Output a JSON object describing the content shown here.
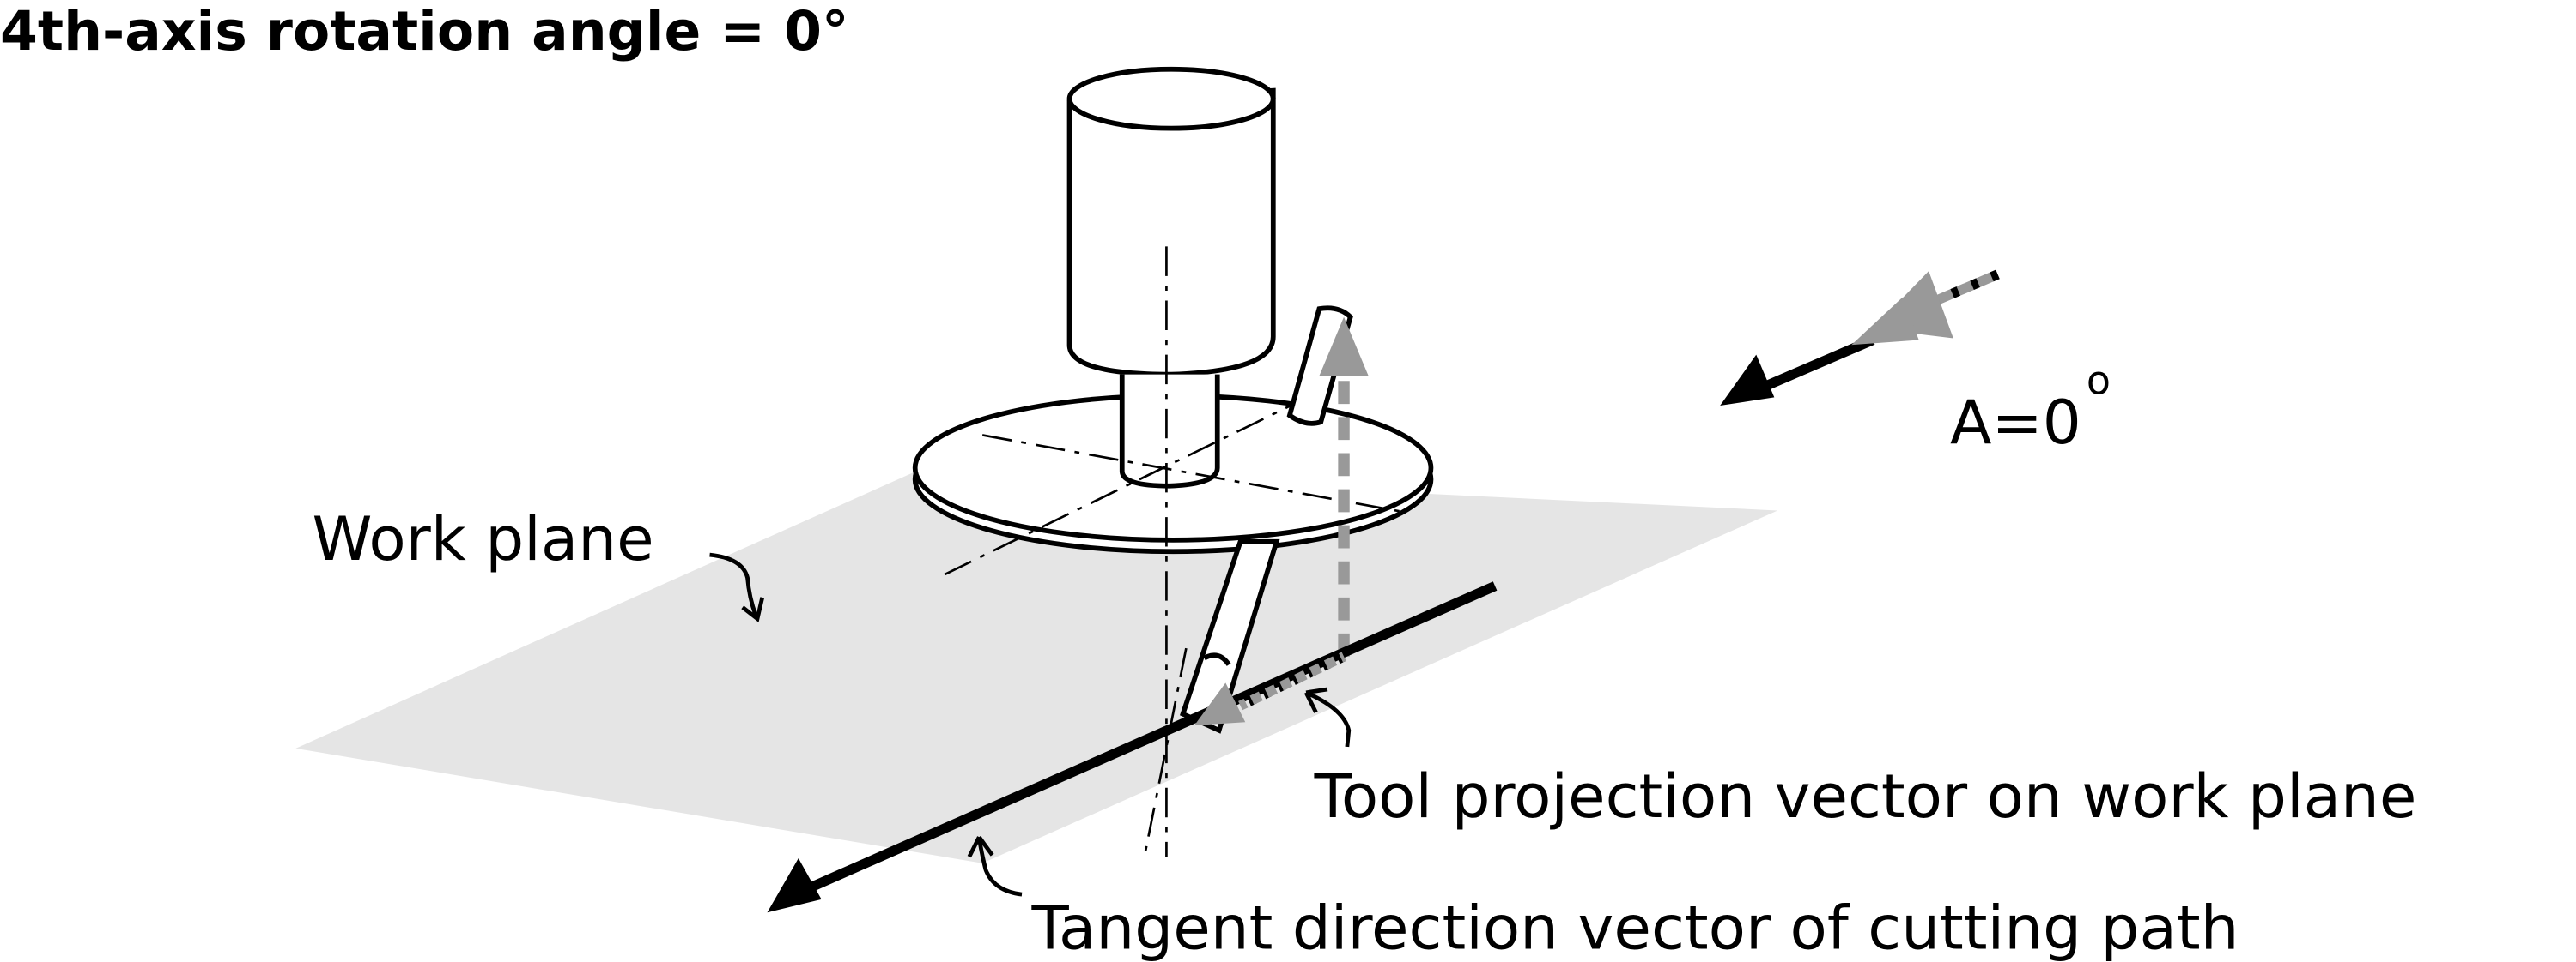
{
  "title": "4th-axis rotation angle = 0°",
  "labels": {
    "work_plane": "Work plane",
    "tool_projection": "Tool projection vector on work plane",
    "tangent": "Tangent direction vector of cutting path",
    "angle_main": "A=0",
    "angle_sup": "o"
  },
  "colors": {
    "plane": "#e5e5e5",
    "gray_arrow": "#999999",
    "black": "#000000"
  }
}
